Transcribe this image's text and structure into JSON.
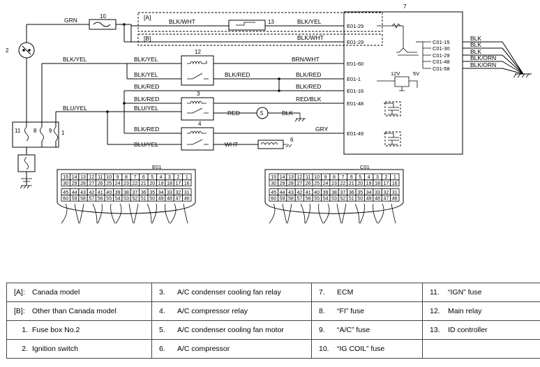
{
  "wires": {
    "grn": "GRN",
    "blk_wht_a": "BLK/WHT",
    "blk_yel_a": "BLK/YEL",
    "blk_wht_b": "BLK/WHT",
    "blk_yel_1": "BLK/YEL",
    "blk_yel_2": "BLK/YEL",
    "blk_yel_3": "BLK/YEL",
    "brn_wht": "BRN/WHT",
    "blk_red_1": "BLK/RED",
    "blk_red_2": "BLK/RED",
    "blk_red_3": "BLK/RED",
    "blk_red_4": "BLK/RED",
    "blk_red_5": "BLK/RED",
    "blu_yel_1": "BLU/YEL",
    "blu_yel_2": "BLU/YEL",
    "blu_yel_3": "BLU/YEL",
    "red_blk": "RED/BLK",
    "red": "RED",
    "blk_m": "BLK",
    "gry": "GRY",
    "wht": "WHT",
    "c_blk_1": "BLK",
    "c_blk_2": "BLK",
    "c_blk_3": "BLK",
    "c_blk_orn_1": "BLK/ORN",
    "c_blk_orn_2": "BLK/ORN"
  },
  "terminals": {
    "e01_29a": "E01-29",
    "e01_29b": "E01-29",
    "e01_60": "E01-60",
    "e01_1": "E01-1",
    "e01_16": "E01-16",
    "e01_48": "E01-48",
    "e01_49": "E01-49",
    "c01_15": "C01-15",
    "c01_30": "C01-30",
    "c01_29": "C01-29",
    "c01_48": "C01-48",
    "c01_58": "C01-58"
  },
  "markers": {
    "a": "[A]",
    "b": "[B]",
    "n1": "1",
    "n2": "2",
    "n3": "3",
    "n4": "4",
    "n5": "5",
    "n6": "6",
    "n7": "7",
    "n10": "10",
    "n12": "12",
    "n13": "13",
    "f11": "11",
    "f8": "8",
    "f9": "9",
    "v12": "12V",
    "v5": "5V"
  },
  "connectors": {
    "e01": {
      "name": "E01",
      "rows": [
        [
          "15",
          "14",
          "13",
          "12",
          "11",
          "10",
          "9",
          "8",
          "7",
          "6",
          "5",
          "4",
          "3",
          "2",
          "1"
        ],
        [
          "30",
          "29",
          "28",
          "27",
          "26",
          "25",
          "24",
          "23",
          "22",
          "21",
          "20",
          "19",
          "18",
          "17",
          "16"
        ],
        [
          "45",
          "44",
          "43",
          "42",
          "41",
          "40",
          "39",
          "38",
          "37",
          "36",
          "35",
          "34",
          "33",
          "32",
          "31"
        ],
        [
          "60",
          "59",
          "58",
          "57",
          "56",
          "55",
          "54",
          "53",
          "52",
          "51",
          "50",
          "49",
          "48",
          "47",
          "46"
        ]
      ]
    },
    "c01": {
      "name": "C01",
      "rows": [
        [
          "15",
          "14",
          "13",
          "12",
          "11",
          "10",
          "9",
          "8",
          "7",
          "6",
          "5",
          "4",
          "3",
          "2",
          "1"
        ],
        [
          "30",
          "29",
          "28",
          "27",
          "26",
          "25",
          "24",
          "23",
          "22",
          "21",
          "20",
          "19",
          "18",
          "17",
          "16"
        ],
        [
          "45",
          "44",
          "43",
          "42",
          "41",
          "40",
          "39",
          "38",
          "37",
          "36",
          "35",
          "34",
          "33",
          "32",
          "31"
        ],
        [
          "60",
          "59",
          "58",
          "57",
          "56",
          "55",
          "54",
          "53",
          "52",
          "51",
          "50",
          "49",
          "48",
          "47",
          "46"
        ]
      ]
    }
  },
  "legend": [
    [
      {
        "key": "[A]:",
        "text": "Canada model"
      },
      {
        "key": "3.",
        "text": "A/C condenser cooling fan relay"
      },
      {
        "key": "7.",
        "text": "ECM"
      },
      {
        "key": "11.",
        "text": "“IGN” fuse"
      }
    ],
    [
      {
        "key": "[B]:",
        "text": "Other than Canada model"
      },
      {
        "key": "4.",
        "text": "A/C compressor relay"
      },
      {
        "key": "8.",
        "text": "“FI” fuse"
      },
      {
        "key": "12.",
        "text": "Main relay"
      }
    ],
    [
      {
        "key": "1.",
        "text": "Fuse box No.2"
      },
      {
        "key": "5.",
        "text": "A/C condenser cooling fan motor"
      },
      {
        "key": "9.",
        "text": "“A/C” fuse"
      },
      {
        "key": "13.",
        "text": "ID controller"
      }
    ],
    [
      {
        "key": "2.",
        "text": "Ignition switch"
      },
      {
        "key": "6.",
        "text": "A/C compressor"
      },
      {
        "key": "10.",
        "text": "“IG COIL” fuse"
      },
      {
        "key": "",
        "text": ""
      }
    ]
  ]
}
